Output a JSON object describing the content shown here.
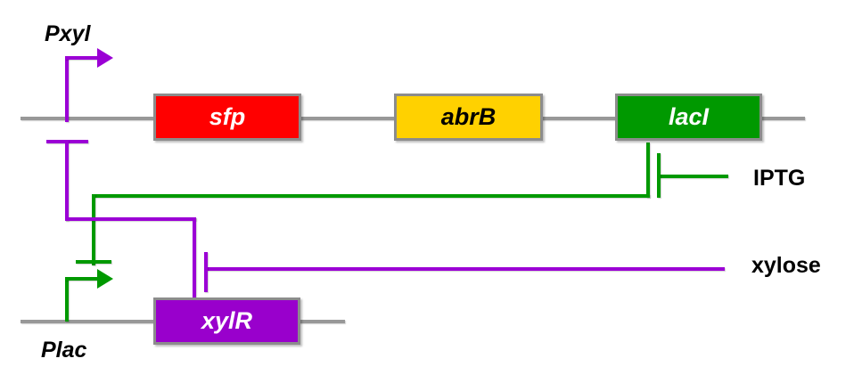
{
  "diagram_type": "genetic-circuit",
  "top_operon": {
    "promoter": {
      "label": "Pxyl",
      "color": "#9b00d5"
    },
    "genes": [
      {
        "label": "sfp",
        "fill": "#ff0000",
        "text_color": "#ffffff"
      },
      {
        "label": "abrB",
        "fill": "#ffd100",
        "text_color": "#000000"
      },
      {
        "label": "lacI",
        "fill": "#009900",
        "text_color": "#ffffff"
      }
    ]
  },
  "bottom_operon": {
    "promoter": {
      "label": "Plac",
      "color": "#009900"
    },
    "genes": [
      {
        "label": "xylR",
        "fill": "#9900cc",
        "text_color": "#ffffff"
      }
    ]
  },
  "inducers": [
    {
      "label": "IPTG",
      "color": "#009900",
      "inhibits": "lacI-repression-line"
    },
    {
      "label": "xylose",
      "color": "#9b00d5",
      "inhibits": "xylR-repression-line"
    }
  ],
  "regulation": [
    {
      "from": "lacI",
      "type": "repression",
      "to": "Plac"
    },
    {
      "from": "xylR",
      "type": "repression",
      "to": "Pxyl"
    }
  ],
  "colors": {
    "purple_line": "#9b00d5",
    "green_line": "#009900",
    "dna_line": "#989898",
    "box_border": "#8c8c8c",
    "background": "#ffffff"
  }
}
